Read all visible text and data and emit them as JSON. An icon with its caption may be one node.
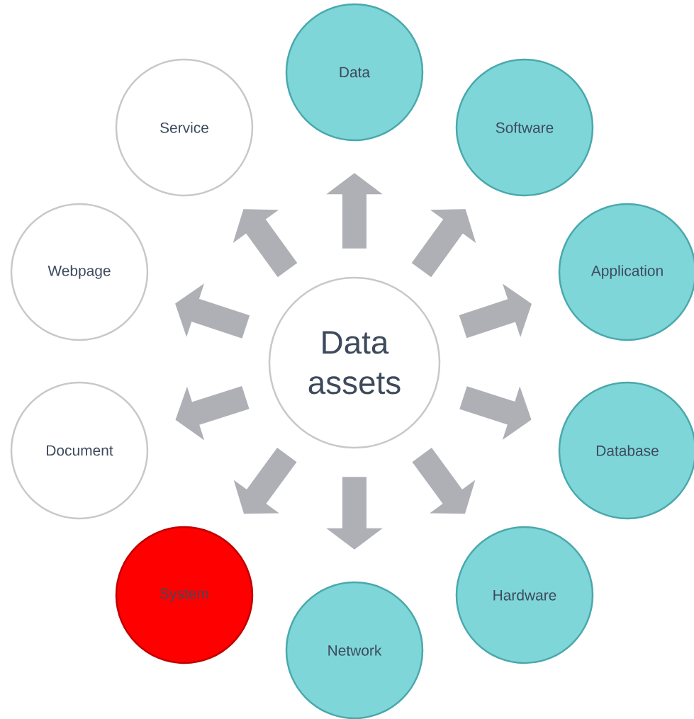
{
  "diagram": {
    "nodes": [
      {
        "text": [
          "Data assets"
        ]
      },
      {
        "text": [
          "Data"
        ]
      },
      {
        "text": [
          "Software"
        ]
      },
      {
        "text": [
          "Application"
        ]
      },
      {
        "text": [
          "Database"
        ]
      },
      {
        "text": [
          "Hardware"
        ]
      },
      {
        "text": [
          "Network"
        ]
      },
      {
        "text": [
          "System"
        ]
      },
      {
        "text": [
          "Document"
        ]
      },
      {
        "text": [
          "Webpage"
        ]
      },
      {
        "text": [
          "Service"
        ]
      }
    ],
    "edges": [
      {
        "from": 0,
        "to": 1,
        "arrow": "to"
      },
      {
        "from": 0,
        "to": 2,
        "arrow": "to"
      },
      {
        "from": 0,
        "to": 3,
        "arrow": "to"
      },
      {
        "from": 0,
        "to": 4,
        "arrow": "to"
      },
      {
        "from": 0,
        "to": 5,
        "arrow": "to"
      },
      {
        "from": 0,
        "to": 6,
        "arrow": "to"
      },
      {
        "from": 0,
        "to": 7,
        "arrow": "to"
      },
      {
        "from": 0,
        "to": 8,
        "arrow": "to"
      },
      {
        "from": 0,
        "to": 9,
        "arrow": "to"
      },
      {
        "from": 0,
        "to": 10,
        "arrow": "to"
      }
    ]
  }
}
